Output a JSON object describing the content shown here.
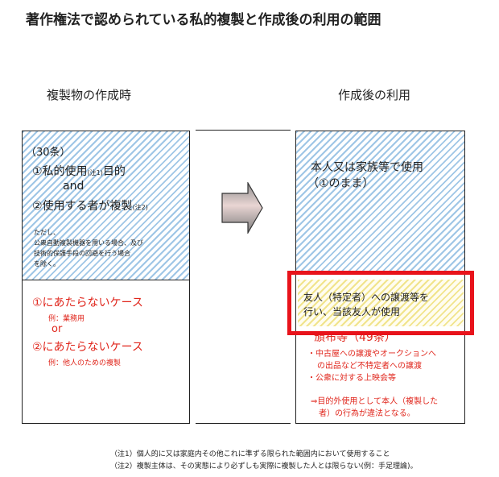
{
  "title": "著作権法で認められている私的複製と作成後の利用の範囲",
  "left": {
    "heading": "複製物の作成時",
    "top": {
      "line1": "（30条）",
      "line2_main": "①私的使用",
      "line2_note": "(注1)",
      "line2_tail": "目的",
      "line3": "and",
      "line4_main": "②使用する者が複製",
      "line4_note": "(注2)",
      "small1": "ただし、",
      "small2": "公衆自動複製機器を用いる場合、及び",
      "small3": "技術的保護手段の回避を行う場合",
      "small4": "を除く。"
    },
    "bottom": {
      "case1": "①にあたらないケース",
      "case1_example": "例：業務用",
      "or": "or",
      "case2": "②にあたらないケース",
      "case2_example": "例：他人のための複製"
    }
  },
  "right": {
    "heading": "作成後の利用",
    "top": {
      "line1": "本人又は家族等で使用",
      "line2": "（①のまま）"
    },
    "highlight": {
      "line1": "友人（特定者）への譲渡等を",
      "line2": "行い、当該友人が使用"
    },
    "bottom": {
      "title": "頒布等（49条）",
      "b1": "・中古屋への譲渡やオークションへ",
      "b2": "の出品など不特定者への譲渡",
      "b3": "・公衆に対する上映会等",
      "c1": "⇒目的外使用として本人（複製した",
      "c2": "者）の行為が違法となる。"
    }
  },
  "notes": {
    "n1": "（注1）個人的に又は家庭内その他これに準ずる限られた範囲内において使用すること",
    "n2": "（注2）複製主体は、その実態により必ずしも実際に複製した人とは限らない(例：手足理論)。"
  },
  "colors": {
    "hatch_blue": "#9fc6e6",
    "hatch_yellow": "#f1e48c",
    "highlight_border": "#e8131b",
    "red_text": "#e0261c"
  }
}
